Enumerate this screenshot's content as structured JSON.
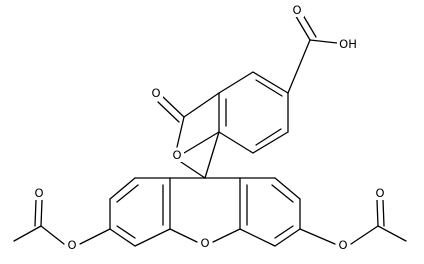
{
  "structure": {
    "atom_labels": {
      "acid_oh": "OH",
      "acid_o": "O",
      "lactone_carbonyl_o": "O",
      "lactone_ring_o": "O",
      "xanthene_bridge_o": "O",
      "left_ester_o": "O",
      "left_carbonyl_o": "O",
      "right_ester_o": "O",
      "right_carbonyl_o": "O"
    }
  },
  "colors": {
    "bond": "#000000",
    "text": "#000000",
    "background": "#ffffff"
  }
}
